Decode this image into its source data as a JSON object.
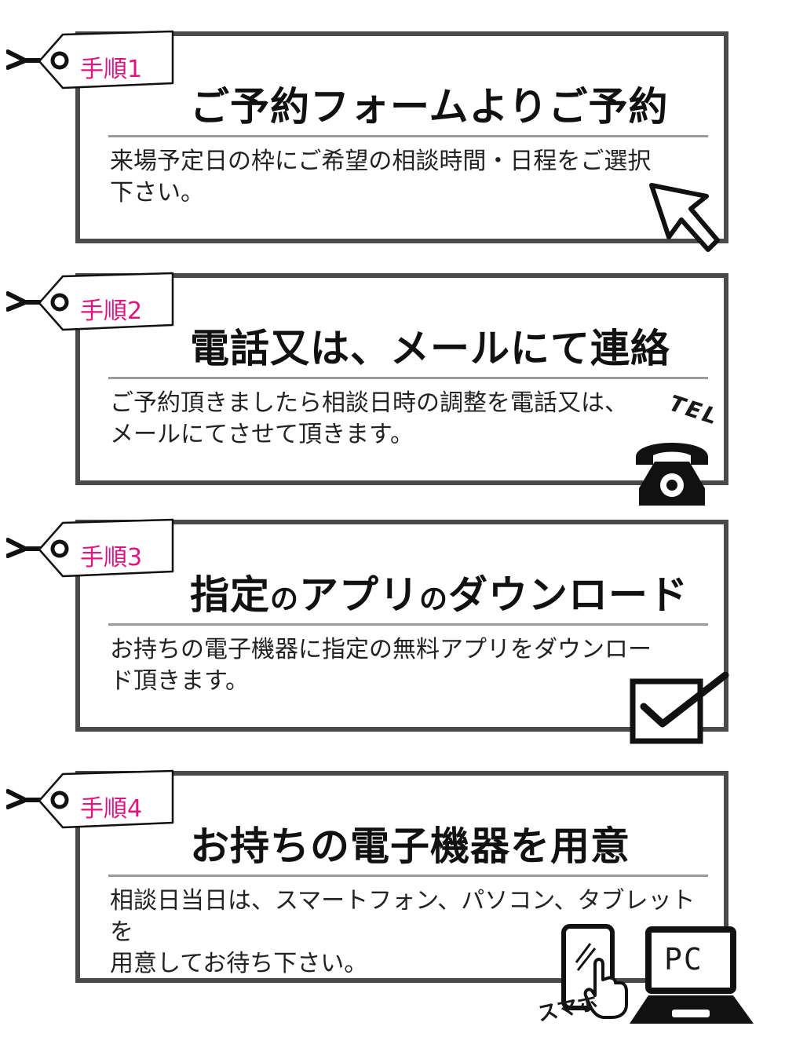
{
  "steps": [
    {
      "tag": "手順1",
      "title": "ご予約フォームよりご予約",
      "description": "来場予定日の枠にご希望の相談時間・日程をご選択\n下さい。",
      "icon": "cursor-arrow-icon"
    },
    {
      "tag": "手順2",
      "title": "電話又は、メールにて連絡",
      "description": "ご予約頂きましたら相談日時の調整を電話又は、\nメールにてさせて頂きます。",
      "icon": "telephone-icon",
      "icon_text": "TEL"
    },
    {
      "tag": "手順3",
      "title_parts": [
        "指定",
        "の",
        "アプリ",
        "の",
        "ダウンロード"
      ],
      "description": "お持ちの電子機器に指定の無料アプリをダウンロー\nド頂きます。",
      "icon": "checkbox-icon"
    },
    {
      "tag": "手順4",
      "title": "お持ちの電子機器を用意",
      "description": "相談日当日は、スマートフォン、パソコン、タブレットを\n用意してお待ち下さい。",
      "icon": "devices-icon",
      "icon_text_phone": "スマホ",
      "icon_text_pc": "PC"
    }
  ],
  "colors": {
    "accent": "#e0147c",
    "border": "#4a4a4a",
    "rule": "#9a9a9a"
  }
}
